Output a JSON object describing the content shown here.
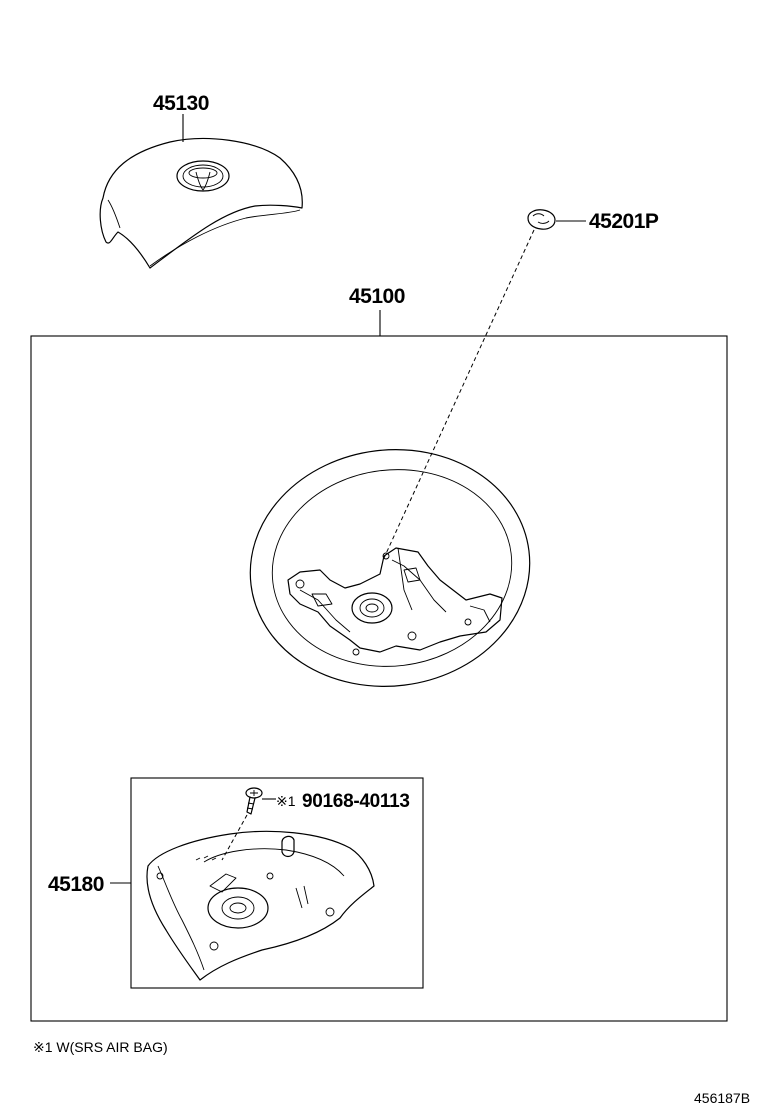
{
  "parts": {
    "horn_pad": "45130",
    "hub_plug": "45201P",
    "steering_wheel_assy": "45100",
    "steering_pad_assy": "45180"
  },
  "screw": {
    "marker": "※1",
    "number": "90168-40113"
  },
  "footnote": "※1 W(SRS AIR BAG)",
  "illustration_id": "456187B"
}
